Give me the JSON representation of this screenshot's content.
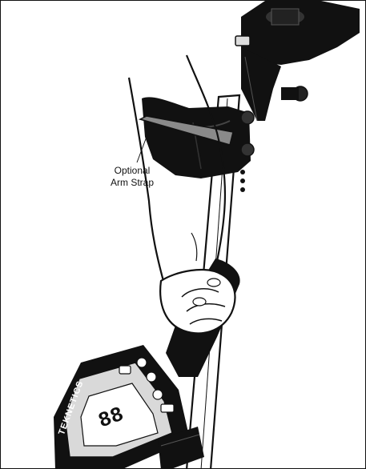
{
  "illustration": {
    "callout": {
      "line1": "Optional",
      "line2": "Arm Strap"
    },
    "detector_brand": "TEKNETICS",
    "display_readout": "88",
    "colors": {
      "ink": "#111111",
      "strap_gray": "#8a8a8a",
      "panel_gray": "#d9d9d9",
      "white": "#ffffff"
    }
  }
}
